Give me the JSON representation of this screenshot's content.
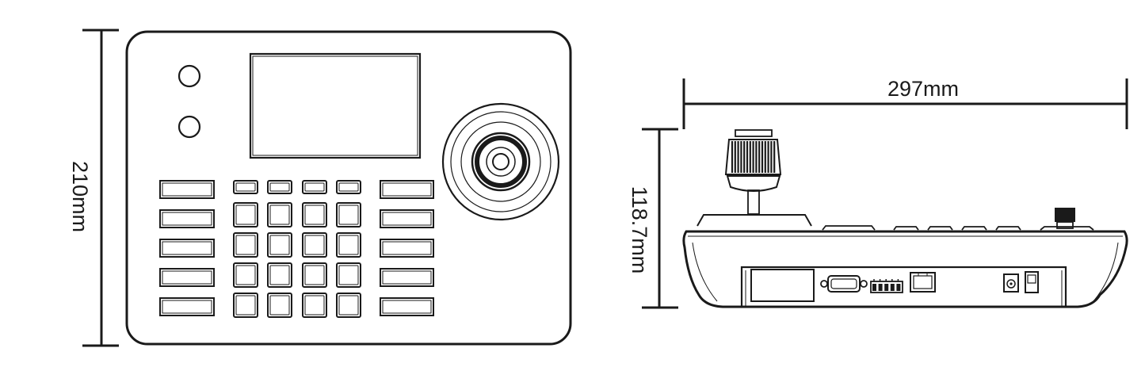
{
  "dimensions": {
    "height_label": "210mm",
    "length_label": "297mm",
    "side_height_label": "118.7mm"
  },
  "layout_counts": {
    "function_keys_per_side": 5,
    "keypad_columns": 4,
    "keypad_rows": 5
  },
  "colors": {
    "line": "#1a1a1a",
    "background": "#ffffff"
  }
}
